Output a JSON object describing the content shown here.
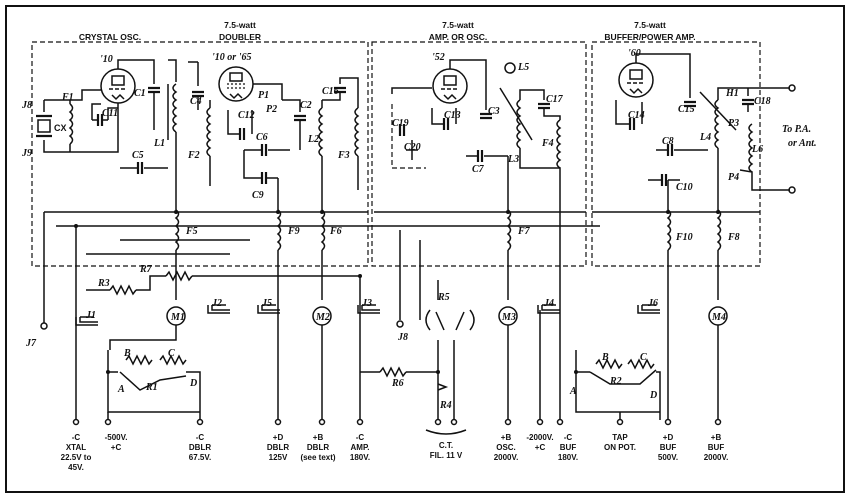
{
  "stages": {
    "crystal": {
      "title": "CRYSTAL OSC.",
      "tube": "'10"
    },
    "doubler": {
      "title1": "7.5-watt",
      "title2": "DOUBLER",
      "tube": "'10 or '65"
    },
    "amp": {
      "title1": "7.5-watt",
      "title2": "AMP. OR OSC.",
      "tube": "'52"
    },
    "buffer": {
      "title1": "7.5-watt",
      "title2": "BUFFER/POWER AMP.",
      "tube": "'60"
    }
  },
  "components": {
    "j8": "J8",
    "cx": "CX",
    "j9": "J9",
    "f1": "F1",
    "c11": "C11",
    "c1": "C1",
    "c5": "C5",
    "l1": "L1",
    "c4": "C4",
    "c12": "C12",
    "p1": "P1",
    "p2": "P2",
    "f2": "F2",
    "c6": "C6",
    "c9": "C9",
    "c2": "C2",
    "c16": "C16",
    "l2": "L2",
    "f3": "F3",
    "c19": "C19",
    "c20": "C20",
    "c13": "C13",
    "c3": "C3",
    "l5": "L5",
    "c17": "C17",
    "l3": "L3",
    "c7": "C7",
    "f4": "F4",
    "c14": "C14",
    "c8": "C8",
    "c15": "C15",
    "c18": "C18",
    "h1": "H1",
    "l4": "L4",
    "p3": "P3",
    "l6": "L6",
    "p4": "P4",
    "c10": "C10",
    "f5": "F5",
    "f9": "F9",
    "f6": "F6",
    "f7": "F7",
    "f10": "F10",
    "f8": "F8",
    "r3": "R3",
    "r7": "R7",
    "r5": "R5",
    "r6": "R6",
    "r4": "R4",
    "r1": "R1",
    "r2": "R2",
    "j1": "J1",
    "j2": "J2",
    "j5": "J5",
    "j3": "J3",
    "j4": "J4",
    "j6": "J6",
    "j7": "J7",
    "j8b": "J8",
    "m1": "M1",
    "m2": "M2",
    "m3": "M3",
    "m4": "M4",
    "a1": "A",
    "b1": "B",
    "c1n": "C",
    "d1": "D",
    "a2": "A",
    "b2": "B",
    "c2n": "C",
    "d2": "D"
  },
  "output": {
    "line1": "To P.A.",
    "line2": "or Ant."
  },
  "terminals": [
    {
      "l1": "-C",
      "l2": "XTAL",
      "l3": "22.5V to",
      "l4": "45V."
    },
    {
      "l1": "-500V.",
      "l2": "+C",
      "l3": "",
      "l4": ""
    },
    {
      "l1": "-C",
      "l2": "DBLR",
      "l3": "67.5V.",
      "l4": ""
    },
    {
      "l1": "+D",
      "l2": "DBLR",
      "l3": "125V",
      "l4": ""
    },
    {
      "l1": "+B",
      "l2": "DBLR",
      "l3": "(see text)",
      "l4": ""
    },
    {
      "l1": "-C",
      "l2": "AMP.",
      "l3": "180V.",
      "l4": ""
    },
    {
      "l1": "C.T.",
      "l2": "FIL. 11 V",
      "l3": "",
      "l4": ""
    },
    {
      "l1": "+B",
      "l2": "OSC.",
      "l3": "2000V.",
      "l4": ""
    },
    {
      "l1": "-2000V.",
      "l2": "+C",
      "l3": "",
      "l4": ""
    },
    {
      "l1": "-C",
      "l2": "BUF",
      "l3": "180V.",
      "l4": ""
    },
    {
      "l1": "TAP",
      "l2": "ON POT.",
      "l3": "",
      "l4": ""
    },
    {
      "l1": "+D",
      "l2": "BUF",
      "l3": "500V.",
      "l4": ""
    },
    {
      "l1": "+B",
      "l2": "BUF",
      "l3": "2000V.",
      "l4": ""
    }
  ]
}
